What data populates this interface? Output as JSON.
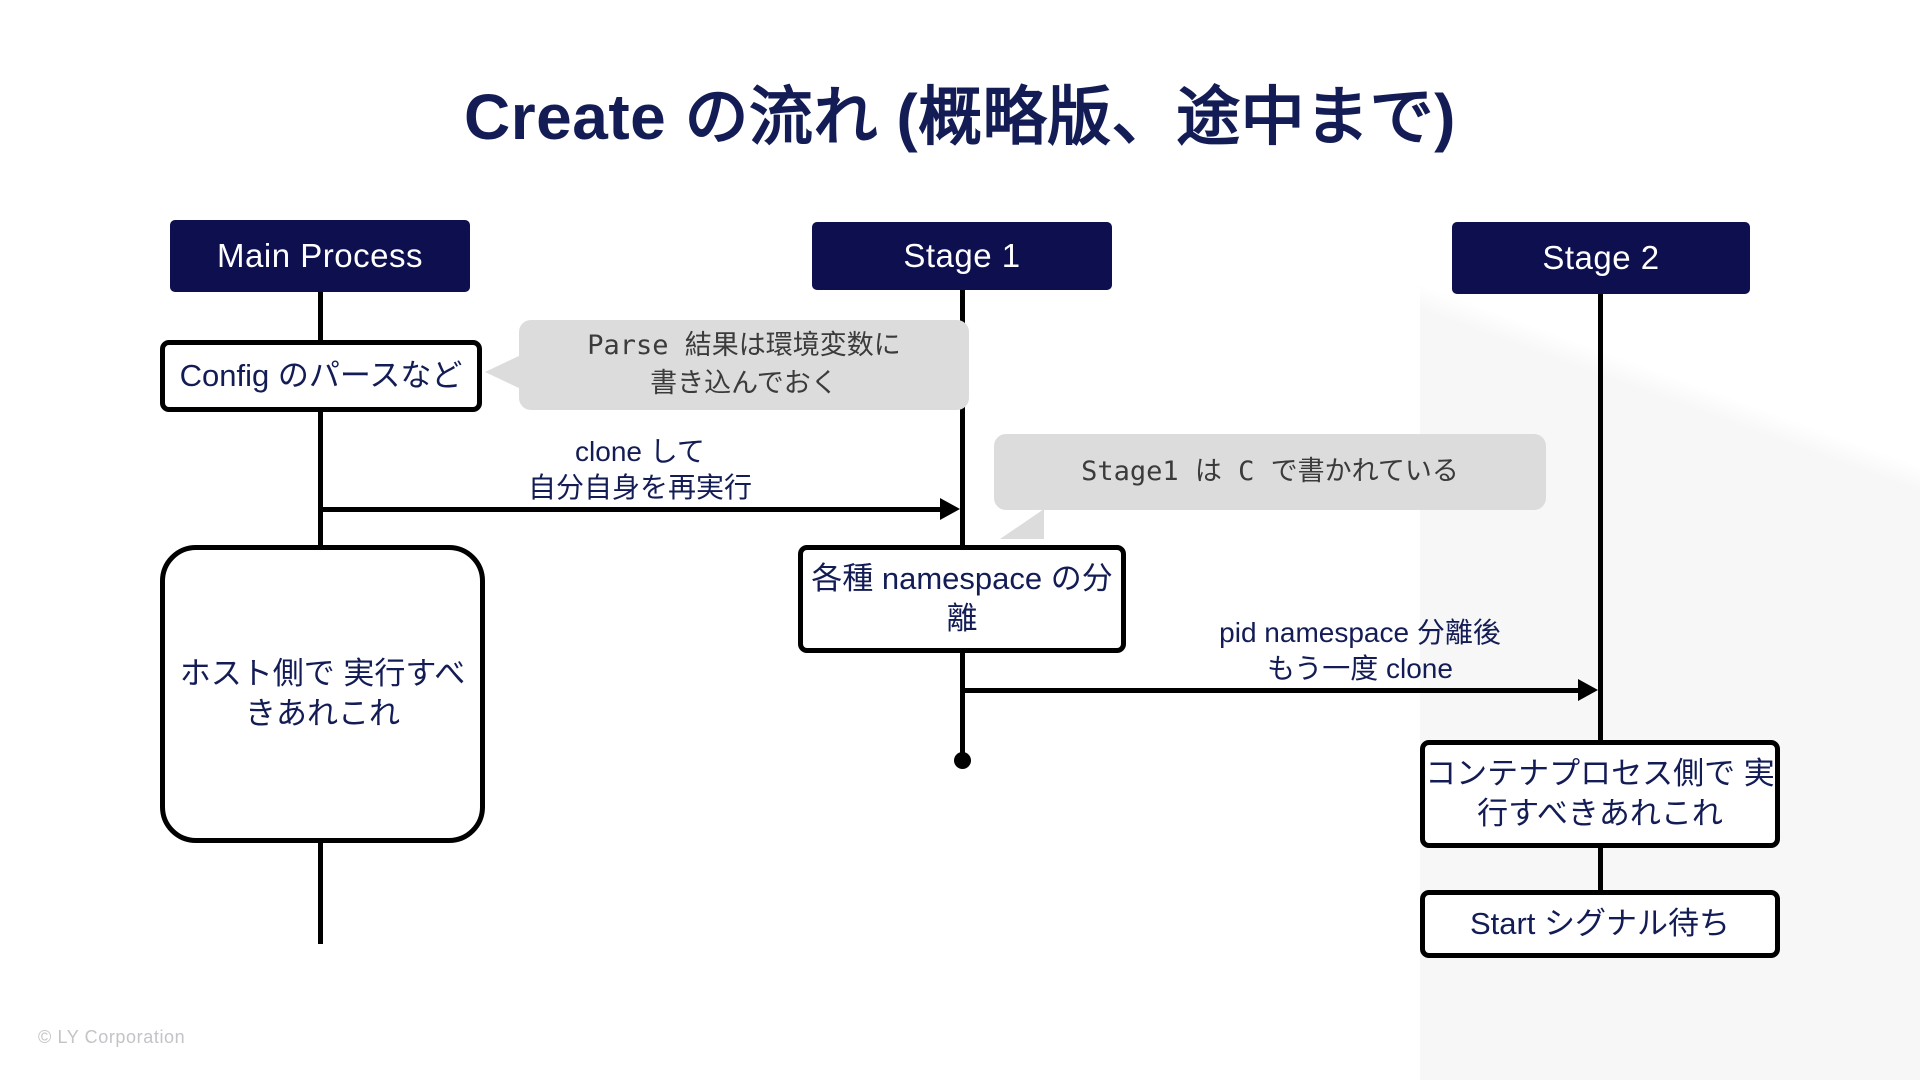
{
  "slide": {
    "title": "Create の流れ (概略版、途中まで)",
    "footer": "© LY Corporation",
    "colors": {
      "title": "#131c55",
      "lane_header_bg": "#0d0f4e",
      "lane_header_text": "#ffffff",
      "box_border": "#000000",
      "box_text": "#131c55",
      "bubble_bg": "#dcdcdc",
      "bubble_text": "#3b3b3b",
      "footer_text": "#c3c3c8",
      "background": "#ffffff"
    }
  },
  "lanes": [
    {
      "id": "main-process",
      "label": "Main Process"
    },
    {
      "id": "stage-1",
      "label": "Stage 1"
    },
    {
      "id": "stage-2",
      "label": "Stage 2"
    }
  ],
  "boxes": [
    {
      "id": "config-parse",
      "lane": "main-process",
      "label": "Config のパースなど"
    },
    {
      "id": "host-side-work",
      "lane": "main-process",
      "label": "ホスト側で\n実行すべきあれこれ"
    },
    {
      "id": "namespace-isolation",
      "lane": "stage-1",
      "label": "各種 namespace\nの分離"
    },
    {
      "id": "container-side-work",
      "lane": "stage-2",
      "label": "コンテナプロセス側で\n実行すべきあれこれ"
    },
    {
      "id": "start-signal-wait",
      "lane": "stage-2",
      "label": "Start シグナル待ち"
    }
  ],
  "arrows": [
    {
      "id": "clone-reexec",
      "from": "main-process",
      "to": "stage-1",
      "label": "clone して\n自分自身を再実行"
    },
    {
      "id": "pid-ns-clone",
      "from": "stage-1",
      "to": "stage-2",
      "label": "pid namespace 分離後\nもう一度 clone"
    }
  ],
  "callouts": [
    {
      "id": "parse-env-note",
      "target": "config-parse",
      "text": "Parse 結果は環境変数に\n書き込んでおく"
    },
    {
      "id": "stage1-lang-note",
      "target": "namespace-isolation",
      "text": "Stage1 は C で書かれている"
    }
  ]
}
